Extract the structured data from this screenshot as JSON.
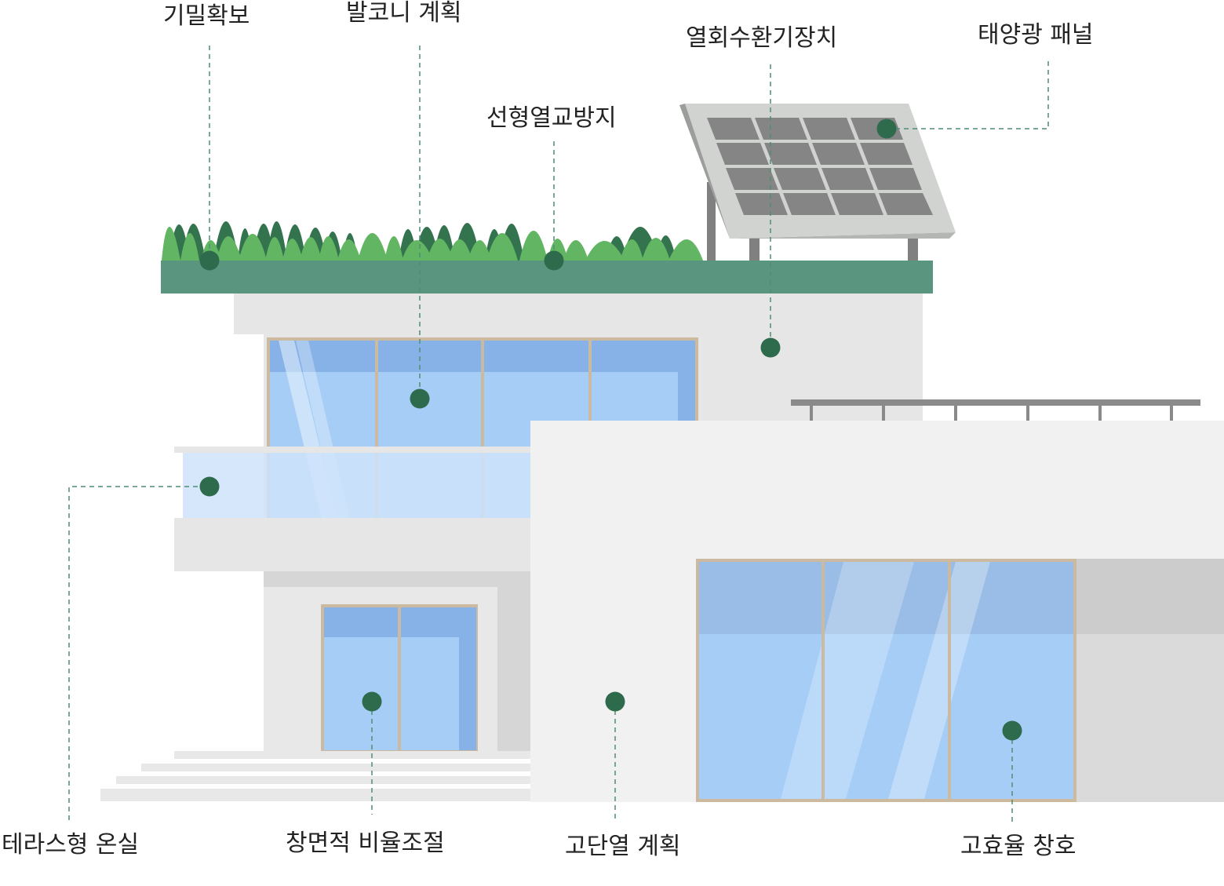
{
  "colors": {
    "marker": "#2e6a4c",
    "leader_line": "#4f8e72",
    "roof_band": "#5a9580",
    "shrub_dark": "#33744f",
    "shrub_light": "#62b562",
    "glass": "#a5cdf6",
    "glass_deep": "#86b2e8",
    "frame": "#cbb9a0",
    "wall_light": "#f1f1f1",
    "wall_mid": "#e6e6e6",
    "solar_frame": "#d1d3d1",
    "solar_cell": "#858585"
  },
  "labels": {
    "airtightness": "기밀확보",
    "balcony": "발코니 계획",
    "thermal_bridge": "선형열교방지",
    "heat_recovery": "열회수환기장치",
    "solar_panel": "태양광 패널",
    "sunroom": "테라스형 온실",
    "window_ratio": "창면적 비율조절",
    "insulation": "고단열 계획",
    "high_eff_window": "고효율 창호"
  }
}
